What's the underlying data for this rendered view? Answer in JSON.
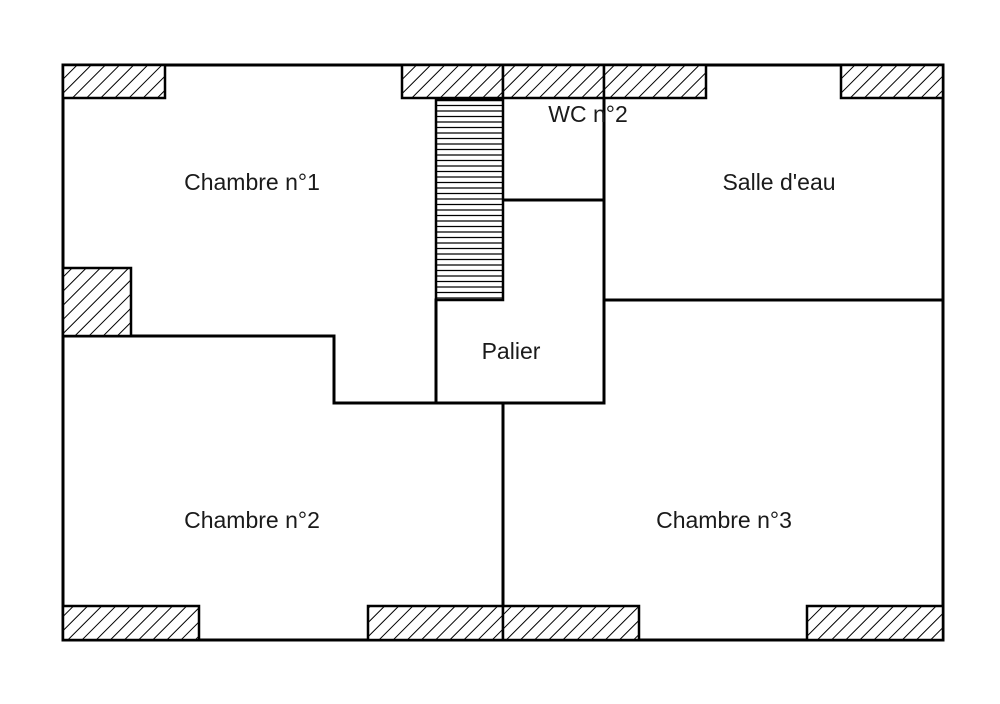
{
  "plan": {
    "rooms": {
      "chambre1": "Chambre n°1",
      "chambre2": "Chambre n°2",
      "chambre3": "Chambre n°3",
      "wc2": "WC n°2",
      "salle_eau": "Salle d'eau",
      "palier": "Palier"
    },
    "colors": {
      "line": "#000000",
      "background": "#ffffff",
      "text": "#1a1a1a"
    }
  }
}
